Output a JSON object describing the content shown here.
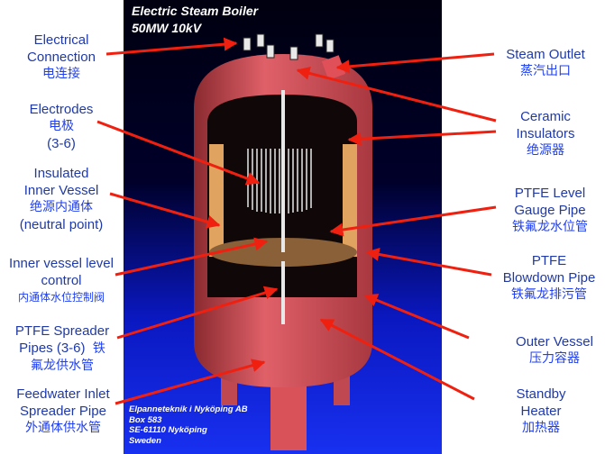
{
  "title": "Electric Steam Boiler",
  "subtitle": "50MW 10kV",
  "company": [
    "Elpanneteknik i Nyköping AB",
    "Box 583",
    "SE-61110 Nyköping",
    "Sweden"
  ],
  "colors": {
    "label": "#1f3aa8",
    "label_zh": "#1f3ff0",
    "arrow": "#f02010",
    "vessel": "#d9525a",
    "inner": "#e0a460",
    "background": "#000018"
  },
  "labels": {
    "electrical_connection": {
      "en": [
        "Electrical",
        "Connection"
      ],
      "zh": "电连接"
    },
    "electrodes": {
      "en": [
        "Electrodes"
      ],
      "zh": "电极",
      "extra": "(3-6)"
    },
    "inner_vessel": {
      "en": [
        "Insulated",
        "Inner Vessel"
      ],
      "zh": "绝源内通体",
      "extra": "(neutral point)"
    },
    "level_control": {
      "en": [
        "Inner vessel level",
        "control"
      ],
      "zh": "内通体水位控制阀"
    },
    "spreader": {
      "en": [
        "PTFE Spreader",
        "Pipes (3-6)"
      ],
      "zh1": "铁",
      "zh": "氟龙供水管"
    },
    "feedwater": {
      "en": [
        "Feedwater Inlet",
        "Spreader Pipe"
      ],
      "zh": "外通体供水管"
    },
    "steam_outlet": {
      "en": [
        "Steam Outlet"
      ],
      "zh": "蒸汽出口"
    },
    "ceramic": {
      "en": [
        "Ceramic",
        "Insulators"
      ],
      "zh": "绝源器"
    },
    "gauge": {
      "en": [
        "PTFE Level",
        "Gauge Pipe"
      ],
      "zh": "铁氟龙水位管"
    },
    "blowdown": {
      "en": [
        "PTFE",
        "Blowdown Pipe"
      ],
      "zh": "铁氟龙排污管"
    },
    "outer": {
      "en": [
        "Outer Vessel"
      ],
      "zh": "压力容器"
    },
    "heater": {
      "en": [
        "Standby",
        "Heater"
      ],
      "zh": "加热器"
    }
  }
}
